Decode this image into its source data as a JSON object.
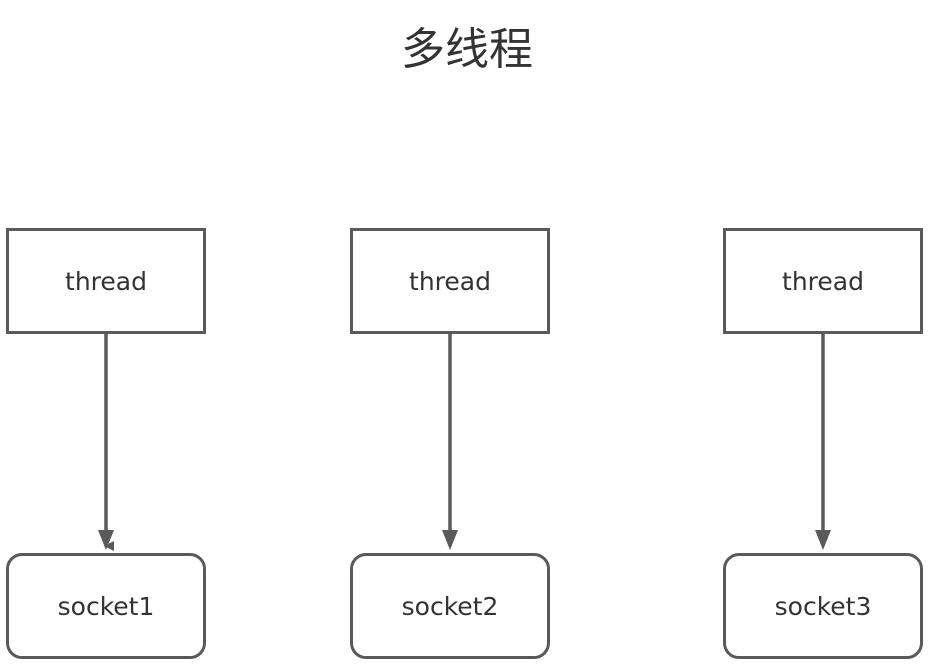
{
  "diagram": {
    "title": "多线程",
    "columns": [
      {
        "thread_label": "thread",
        "socket_label": "socket1"
      },
      {
        "thread_label": "thread",
        "socket_label": "socket2"
      },
      {
        "thread_label": "thread",
        "socket_label": "socket3"
      }
    ],
    "colors": {
      "stroke": "#5a5a5a",
      "text": "#333333",
      "background": "#ffffff"
    }
  }
}
